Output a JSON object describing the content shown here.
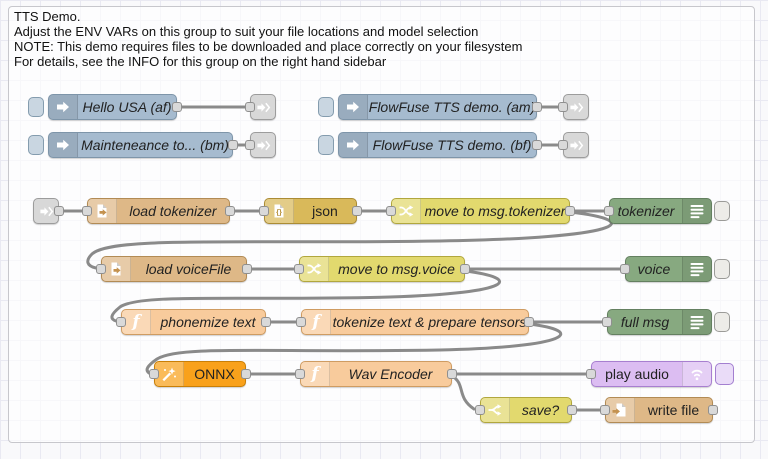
{
  "group": {
    "title_lines": [
      "TTS Demo.",
      "Adjust the ENV VARs on this group to suit your file locations and model selection",
      "NOTE: This demo requires files to be downloaded and place correctly on your filesystem",
      "For details, see the INFO for this group on the right hand sidebar"
    ]
  },
  "nodes": {
    "inject_hello": {
      "type": "inject",
      "label": "Hello USA (af)"
    },
    "inject_flowfuse_am": {
      "type": "inject",
      "label": "FlowFuse TTS demo. (am)"
    },
    "inject_maintenance": {
      "type": "inject",
      "label": "Mainteneance to... (bm)"
    },
    "inject_flowfuse_bf": {
      "type": "inject",
      "label": "FlowFuse TTS demo. (bf)"
    },
    "load_tokenizer": {
      "type": "file-in",
      "label": "load tokenizer"
    },
    "json": {
      "type": "json",
      "label": "json"
    },
    "move_tokenizer": {
      "type": "change",
      "label": "move to msg.tokenizer"
    },
    "debug_tokenizer": {
      "type": "debug",
      "label": "tokenizer"
    },
    "load_voicefile": {
      "type": "file-in",
      "label": "load voiceFile"
    },
    "move_voice": {
      "type": "change",
      "label": "move to msg.voice"
    },
    "debug_voice": {
      "type": "debug",
      "label": "voice"
    },
    "phonemize": {
      "type": "function",
      "label": "phonemize text"
    },
    "tokenize": {
      "type": "function",
      "label": "tokenize text & prepare tensors"
    },
    "debug_full_msg": {
      "type": "debug",
      "label": "full msg"
    },
    "onnx": {
      "type": "custom",
      "label": "ONNX"
    },
    "wav_encoder": {
      "type": "function",
      "label": "Wav Encoder"
    },
    "play_audio": {
      "type": "play-audio",
      "label": "play audio"
    },
    "switch_save": {
      "type": "switch",
      "label": "save?"
    },
    "write_file": {
      "type": "file-out",
      "label": "write file"
    }
  },
  "icons": {
    "inject": "inject-arrow-icon",
    "link": "link-arrow-icon",
    "file_read": "file-read-icon",
    "file_write": "file-write-icon",
    "json": "json-braces-icon",
    "change": "shuffle-icon",
    "switch": "fork-icon",
    "debug": "list-lines-icon",
    "function": "function-f-icon",
    "onnx": "magic-wand-icon",
    "play_audio": "speaker-waves-icon"
  },
  "palette": {
    "inject": "#a6bbcf",
    "link": "#d8d8d8",
    "file": "#deb887",
    "json": "#d9b95a",
    "change": "#e2d96e",
    "switch": "#e2d96e",
    "debug": "#87a980",
    "function": "#f8cb9c",
    "onnx": "#f9a11b",
    "play_audio": "#dcbdf2",
    "wire": "#8a8a8a",
    "canvas_bg": "#f9f9fb",
    "grid_line": "#e9e9f2"
  }
}
